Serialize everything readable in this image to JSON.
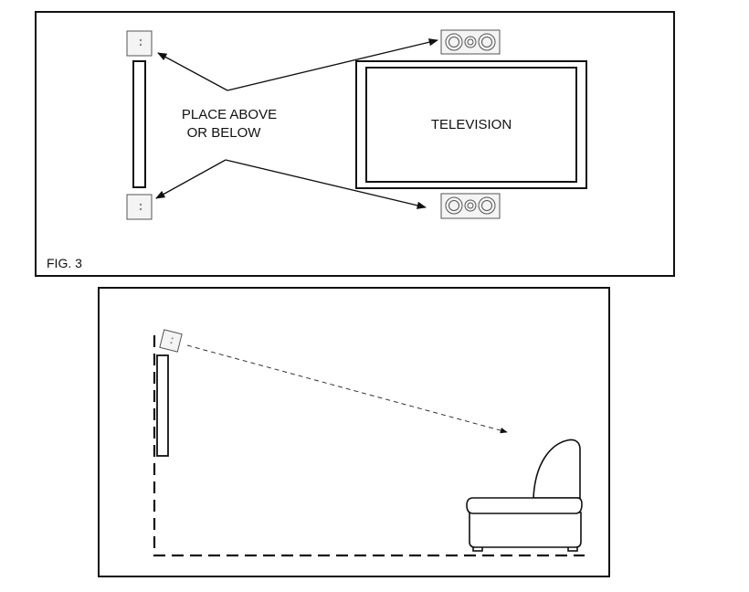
{
  "figure_top": {
    "caption": "FIG. 3",
    "placement_label": [
      "PLACE ABOVE",
      "OR BELOW"
    ],
    "tv_label": "TELEVISION"
  },
  "figure_bottom": {},
  "colors": {
    "stroke": "#111111",
    "speaker_fill": "#f4f4f4",
    "background": "#ffffff"
  }
}
